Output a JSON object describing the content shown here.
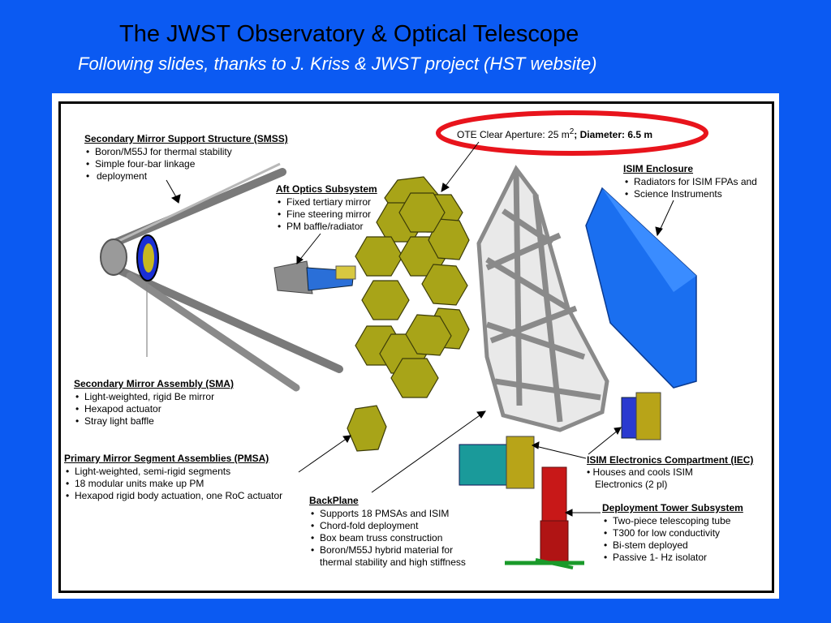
{
  "header": {
    "title": "The JWST Observatory & Optical Telescope",
    "subtitle": "Following slides, thanks to J. Kriss & JWST project (HST website)"
  },
  "colors": {
    "background": "#0b5af2",
    "segment_gold": "#a8a418",
    "isim_blue": "#1a6ff0",
    "callout_red": "#e8141c"
  },
  "ote": {
    "aperture": "OTE Clear Aperture: 25 m",
    "sup": "2",
    "diameter": "; Diameter: 6.5 m"
  },
  "smss": {
    "heading": "Secondary Mirror Support Structure (SMSS)",
    "items": [
      "Boron/M55J for thermal stability",
      "Simple four-bar linkage",
      "deployment"
    ]
  },
  "aos": {
    "heading": "Aft Optics Subsystem",
    "items": [
      "Fixed tertiary mirror",
      "Fine steering mirror",
      "PM baffle/radiator"
    ]
  },
  "isim": {
    "heading": "ISIM Enclosure",
    "items": [
      "Radiators for ISIM FPAs and",
      "Science Instruments"
    ]
  },
  "sma": {
    "heading": "Secondary Mirror Assembly (SMA)",
    "items": [
      "Light-weighted, rigid Be mirror",
      "Hexapod actuator",
      "Stray light baffle"
    ]
  },
  "pmsa": {
    "heading": "Primary Mirror Segment Assemblies (PMSA)",
    "items": [
      "Light-weighted, semi-rigid segments",
      "18 modular units make up PM",
      "Hexapod rigid body actuation, one RoC actuator"
    ]
  },
  "iec": {
    "heading": "ISIM Electronics Compartment (IEC)",
    "items": [
      "• Houses and cools ISIM",
      "Electronics (2 pl)"
    ]
  },
  "backplane": {
    "heading": "BackPlane",
    "items": [
      "Supports 18 PMSAs and ISIM",
      "Chord-fold deployment",
      "Box beam truss construction",
      "Boron/M55J hybrid material for",
      "thermal stability and high stiffness"
    ]
  },
  "dts": {
    "heading": "Deployment Tower Subsystem",
    "items": [
      "Two-piece telescoping tube",
      "T300 for low conductivity",
      "Bi-stem deployed",
      "Passive 1- Hz isolator"
    ]
  }
}
